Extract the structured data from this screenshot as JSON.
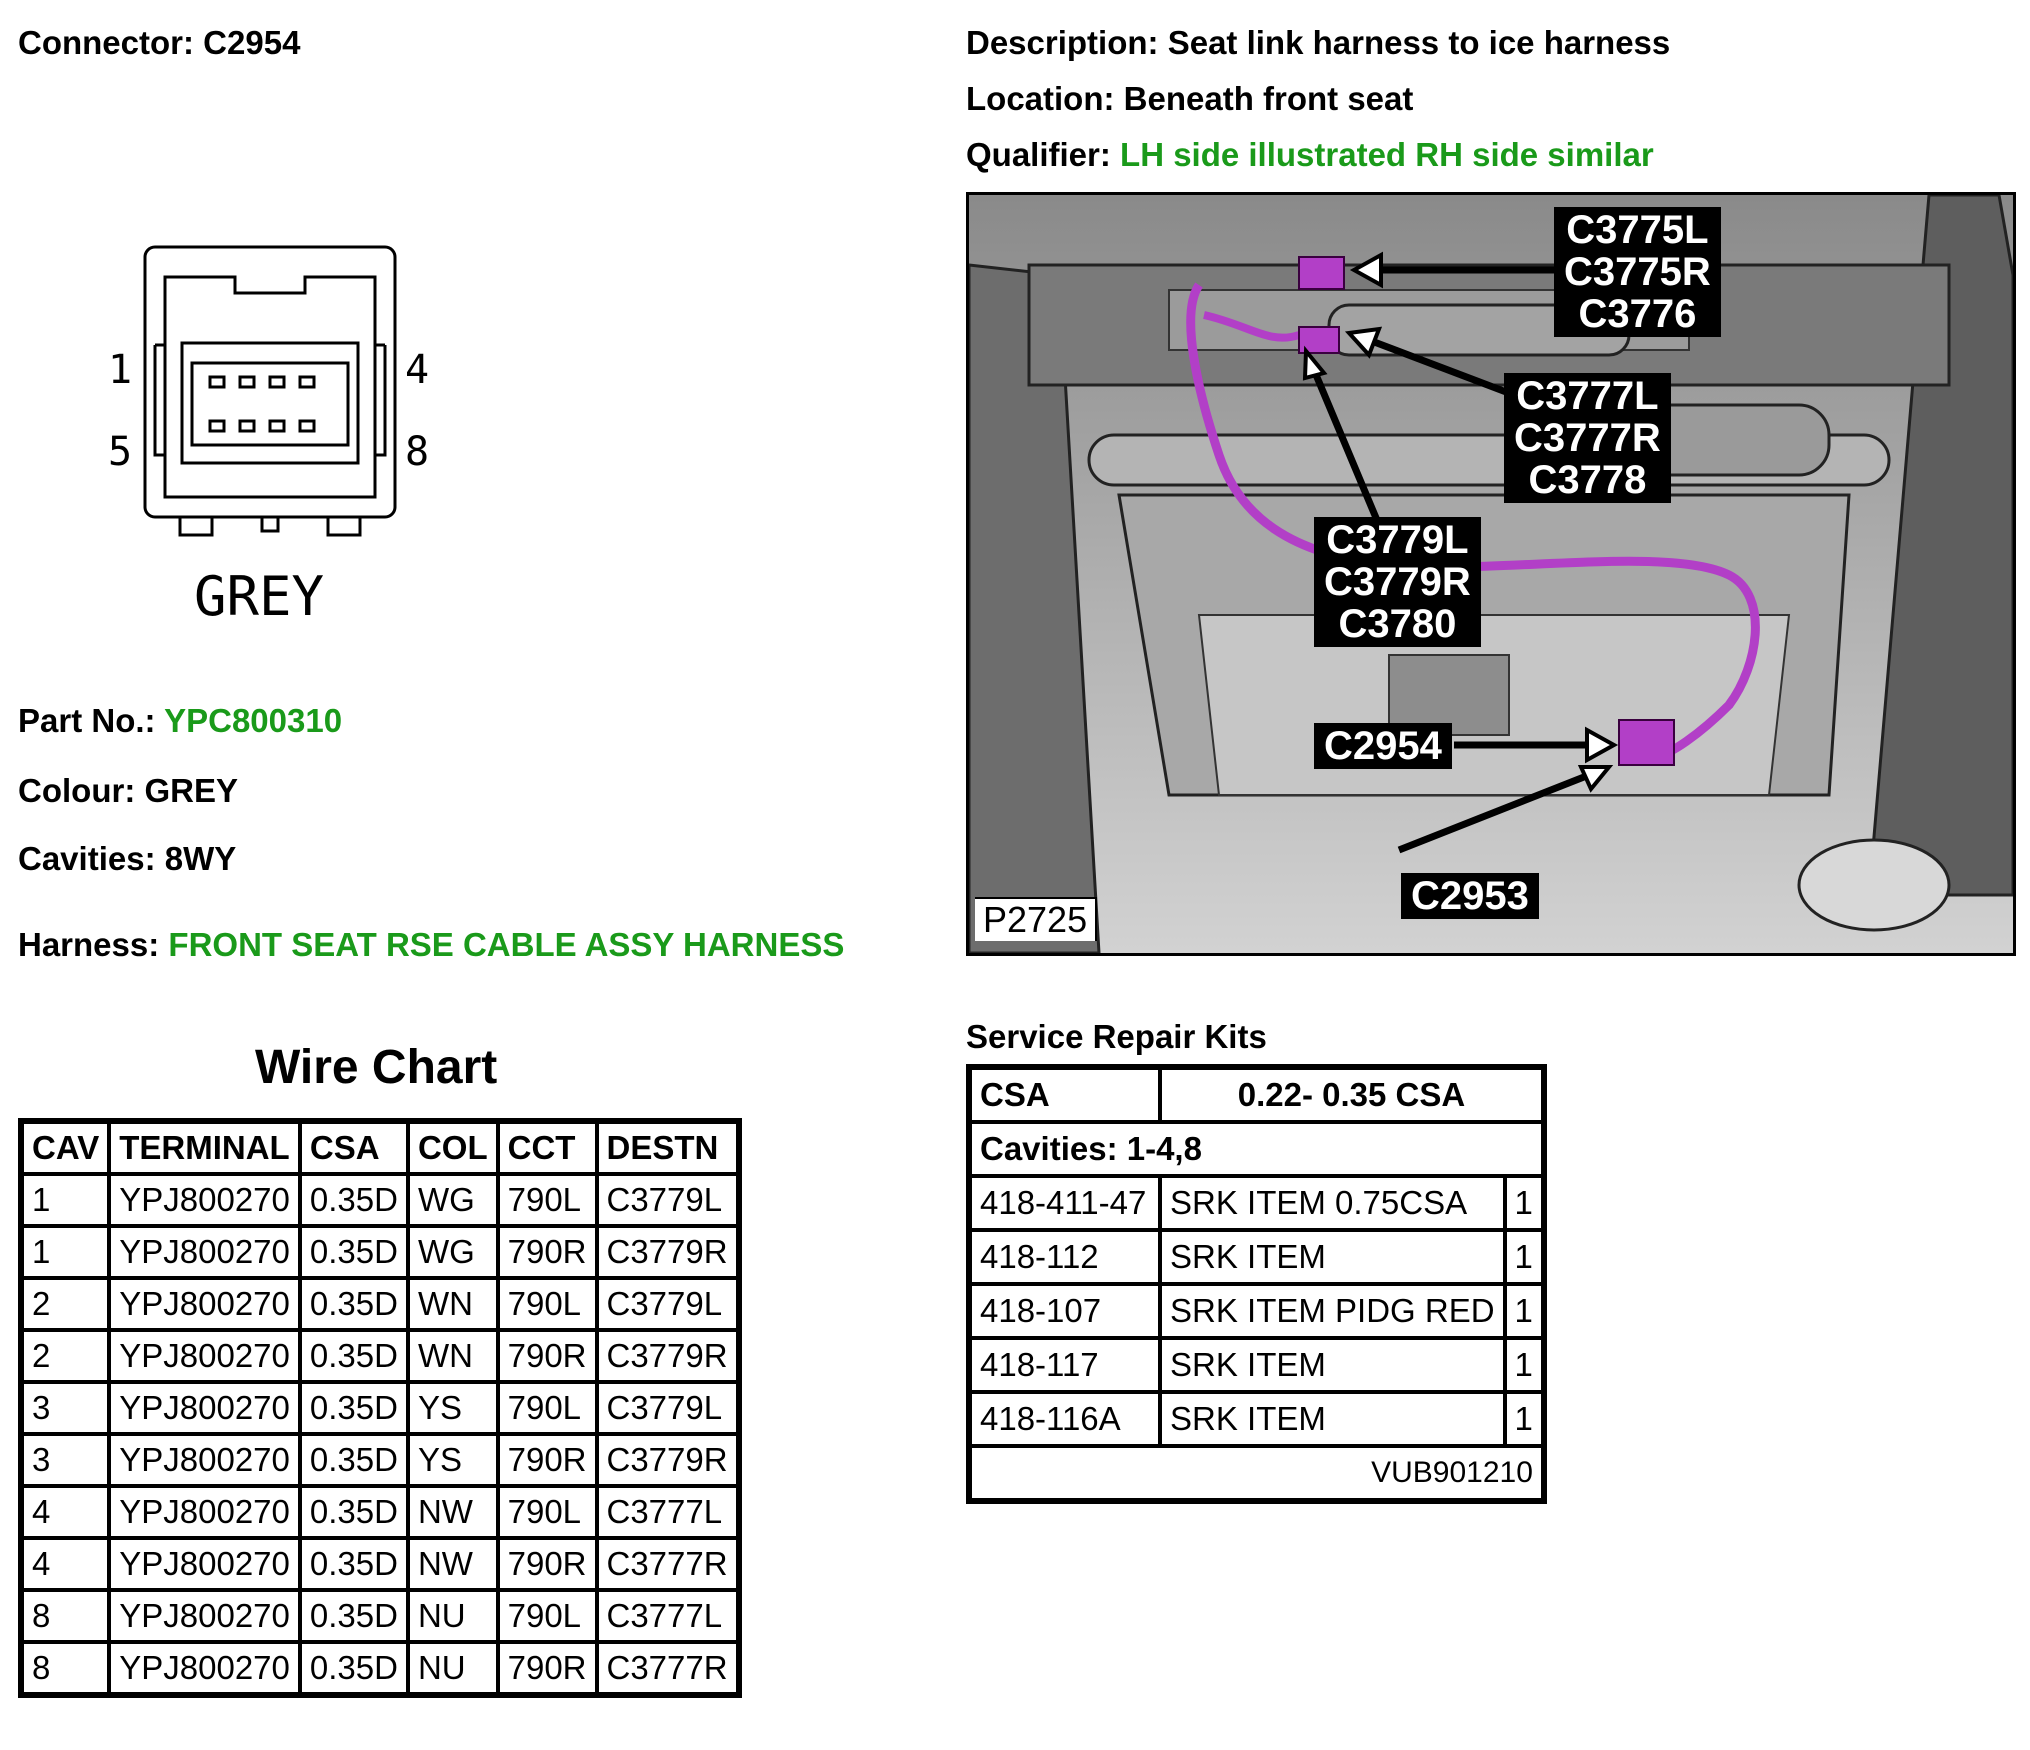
{
  "header": {
    "connector_label": "Connector:",
    "connector_value": "C2954",
    "description_label": "Description:",
    "description_value": "Seat link harness to ice harness",
    "location_label": "Location:",
    "location_value": "Beneath front seat",
    "qualifier_label": "Qualifier:",
    "qualifier_value": "LH side illustrated RH side similar"
  },
  "connector_face": {
    "pin_top_left": "1",
    "pin_top_right": "4",
    "pin_bottom_left": "5",
    "pin_bottom_right": "8",
    "colour_caption": "GREY"
  },
  "details": {
    "part_label": "Part No.:",
    "part_value": "YPC800310",
    "colour_label": "Colour:",
    "colour_value": "GREY",
    "cavities_label": "Cavities:",
    "cavities_value": "8WY",
    "harness_label": "Harness:",
    "harness_value": "FRONT SEAT RSE CABLE ASSY HARNESS"
  },
  "photo": {
    "figure_id": "P2725",
    "callouts": {
      "c3775": "C3775L\nC3775R\nC3776",
      "c3777": "C3777L\nC3777R\nC3778",
      "c3779": "C3779L\nC3779R\nC3780",
      "c2954": "C2954",
      "c2953": "C2953"
    }
  },
  "wire_chart": {
    "title": "Wire Chart",
    "headers": [
      "CAV",
      "TERMINAL",
      "CSA",
      "COL",
      "CCT",
      "DESTN"
    ],
    "rows": [
      [
        "1",
        "YPJ800270",
        "0.35D",
        "WG",
        "790L",
        "C3779L"
      ],
      [
        "1",
        "YPJ800270",
        "0.35D",
        "WG",
        "790R",
        "C3779R"
      ],
      [
        "2",
        "YPJ800270",
        "0.35D",
        "WN",
        "790L",
        "C3779L"
      ],
      [
        "2",
        "YPJ800270",
        "0.35D",
        "WN",
        "790R",
        "C3779R"
      ],
      [
        "3",
        "YPJ800270",
        "0.35D",
        "YS",
        "790L",
        "C3779L"
      ],
      [
        "3",
        "YPJ800270",
        "0.35D",
        "YS",
        "790R",
        "C3779R"
      ],
      [
        "4",
        "YPJ800270",
        "0.35D",
        "NW",
        "790L",
        "C3777L"
      ],
      [
        "4",
        "YPJ800270",
        "0.35D",
        "NW",
        "790R",
        "C3777R"
      ],
      [
        "8",
        "YPJ800270",
        "0.35D",
        "NU",
        "790L",
        "C3777L"
      ],
      [
        "8",
        "YPJ800270",
        "0.35D",
        "NU",
        "790R",
        "C3777R"
      ]
    ]
  },
  "service_kits": {
    "title": "Service Repair Kits",
    "csa_label": "CSA",
    "csa_value": "0.22- 0.35 CSA",
    "cavities": "Cavities: 1-4,8",
    "items": [
      [
        "418-411-47",
        "SRK ITEM 0.75CSA",
        "1"
      ],
      [
        "418-112",
        "SRK ITEM",
        "1"
      ],
      [
        "418-107",
        "SRK ITEM PIDG RED",
        "1"
      ],
      [
        "418-117",
        "SRK ITEM",
        "1"
      ],
      [
        "418-116A",
        "SRK ITEM",
        "1"
      ]
    ],
    "footer_code": "VUB901210"
  },
  "colors": {
    "highlight_green": "#1a9a1a",
    "harness_purple": "#b23fc7"
  }
}
